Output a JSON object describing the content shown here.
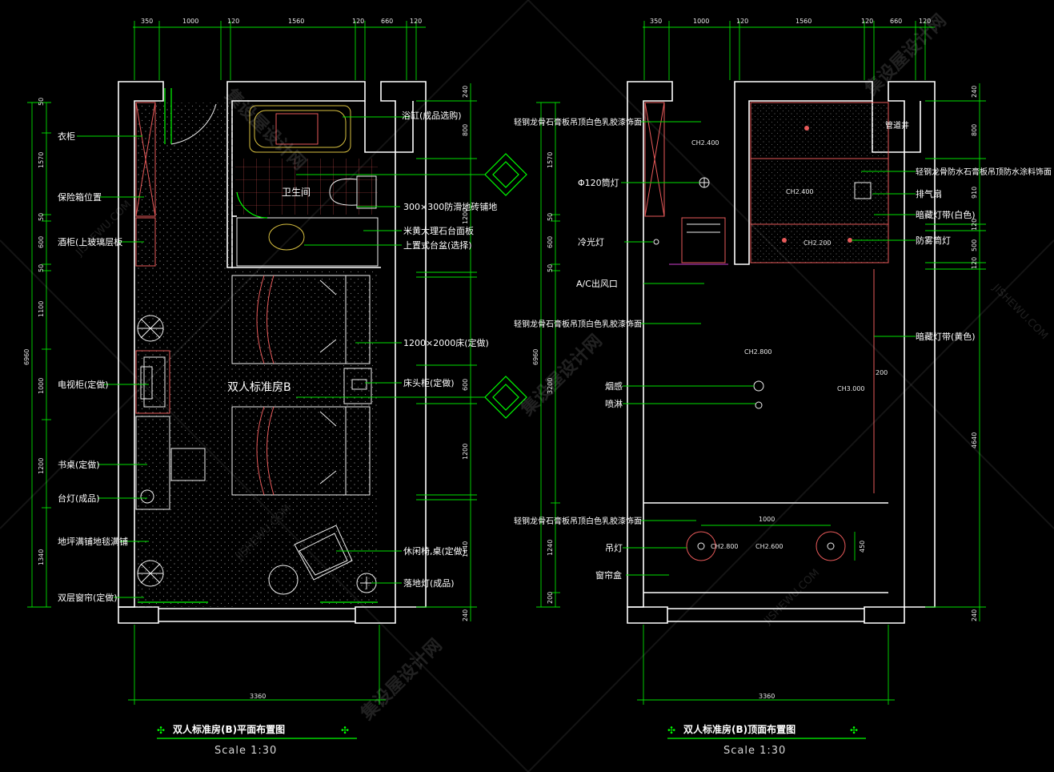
{
  "plan": {
    "top_dims": [
      "350",
      "1000",
      "120",
      "1560",
      "120",
      "660",
      "120"
    ],
    "bottom_dim": "3360",
    "left_dims": [
      "50",
      "1570",
      "50",
      "600",
      "50",
      "1100",
      "1000",
      "1200",
      "1340"
    ],
    "total_height": "6960",
    "right_dims": [
      "240",
      "800",
      "1200",
      "600",
      "1200",
      "1440",
      "240"
    ],
    "room_label": "双人标准房B",
    "bath_label": "卫生间",
    "labels": {
      "wardrobe": "衣柜",
      "safe": "保险箱位置",
      "minibar": "酒柜(上玻璃层板",
      "tvcab": "电视柜(定做)",
      "desk": "书桌(定做)",
      "lamp": "台灯(成品)",
      "carpet": "地坪满铺地毯满铺",
      "curtain": "双层窗帘(定做)",
      "bathtub": "浴缸(成品选购)",
      "tile": "300×300防滑地砖铺地",
      "marble": "米黄大理石台面板",
      "basin": "上置式台盆(选择)",
      "bed": "1200×2000床(定做)",
      "nightstand": "床头柜(定做)",
      "chair": "休闲椅,桌(定做)",
      "floorlamp": "落地灯(成品)"
    },
    "title": "双人标准房(B)平面布置图",
    "scale": "Scale   1:30"
  },
  "ceiling": {
    "top_dims": [
      "350",
      "1000",
      "120",
      "1560",
      "120",
      "660",
      "120"
    ],
    "bottom_dim": "3360",
    "left_dims": [
      "1570",
      "50",
      "600",
      "50",
      "3200",
      "1240",
      "200"
    ],
    "total_height": "6960",
    "right_dims": [
      "240",
      "800",
      "910",
      "120",
      "500",
      "120",
      "4640",
      "240"
    ],
    "shaft": "管道井",
    "heights": {
      "h1": "CH2.400",
      "h2": "CH2.400",
      "h3": "CH2.200",
      "h4": "CH2.800",
      "h5": "CH3.000",
      "h6": "CH2.800",
      "h7": "CH2.600"
    },
    "dim_1000": "1000",
    "dim_200": "200",
    "dim_450": "450",
    "labels": {
      "ceil_a": "轻钢龙骨石膏板吊顶白色乳胶漆饰面",
      "downlight": "Φ120筒灯",
      "coldlight": "冷光灯",
      "ac": "A/C出风口",
      "ceil_b": "轻钢龙骨石膏板吊顶白色乳胶漆饰面",
      "smoke": "烟感",
      "sprinkler": "喷淋",
      "ceil_c": "轻钢龙骨石膏板吊顶白色乳胶漆饰面",
      "pendant": "吊灯",
      "curtainbox": "窗帘盒",
      "ceil_d": "轻钢龙骨防水石膏板吊顶防水涂料饰面",
      "exhaust": "排气扇",
      "hidden_w": "暗藏灯带(白色)",
      "foglamp": "防雾筒灯",
      "hidden_y": "暗藏灯带(黄色)"
    },
    "title": "双人标准房(B)顶面布置图",
    "scale": "Scale   1:30"
  },
  "watermark": {
    "cn": "集设屋设计网",
    "en": "JISHEWU.COM"
  },
  "colors": {
    "background": "#000000",
    "dimension": "#00e000",
    "wall": "#ffffff",
    "furniture": "#e85a5a"
  }
}
